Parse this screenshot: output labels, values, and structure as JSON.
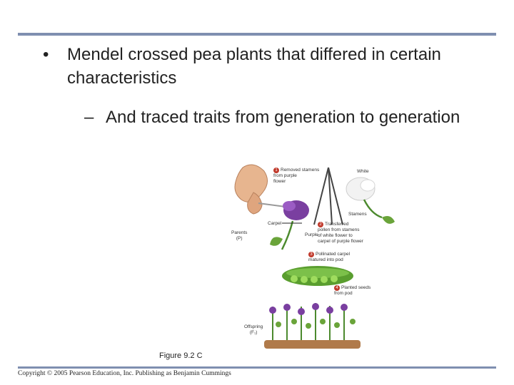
{
  "bullets": [
    {
      "marker": "•",
      "text": "Mendel crossed pea plants that differed in certain characteristics"
    },
    {
      "marker": "–",
      "text": "And traced traits from generation to generation"
    }
  ],
  "figure": {
    "step1": {
      "num": "1",
      "text": "Removed stamens\nfrom purple\nflower"
    },
    "white": "White",
    "stamens": "Stamens",
    "carpel": "Carpel",
    "step2": {
      "num": "2",
      "text": "Transferred\npollen from stamens\nof white flower to\ncarpel of purple flower"
    },
    "purple": "Purple",
    "parents": "Parents\n(P)",
    "step3": {
      "num": "3",
      "text": "Pollinated carpel\nmatured into pod"
    },
    "step4": {
      "num": "4",
      "text": "Planted seeds\nfrom pod"
    },
    "offspring": "Offspring\n(F₁)"
  },
  "caption": "Figure 9.2 C",
  "copyright": "Copyright © 2005 Pearson Education, Inc. Publishing as Benjamin Cummings",
  "colors": {
    "rule": "#7f8fb0",
    "step_number": "#c0392b"
  }
}
